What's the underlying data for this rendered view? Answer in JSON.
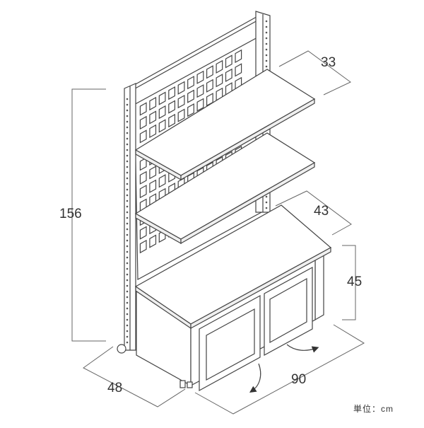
{
  "dimensions": {
    "height": "156",
    "shelf_depth": "33",
    "counter_depth": "43",
    "cabinet_height": "45",
    "width": "90",
    "depth": "48"
  },
  "unit_label": "単位：cm",
  "icons": [
    "swing-door-arrow-icon",
    "swing-door-arrow-icon"
  ],
  "colors": {
    "line": "#444444",
    "background": "#ffffff"
  }
}
